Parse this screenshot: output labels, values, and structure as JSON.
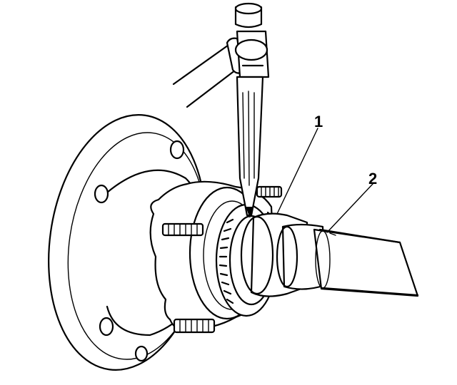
{
  "diagram": {
    "callouts": [
      {
        "id": "1",
        "label": "1"
      },
      {
        "id": "2",
        "label": "2"
      }
    ],
    "colors": {
      "ink": "#000000",
      "paper": "#ffffff"
    }
  }
}
